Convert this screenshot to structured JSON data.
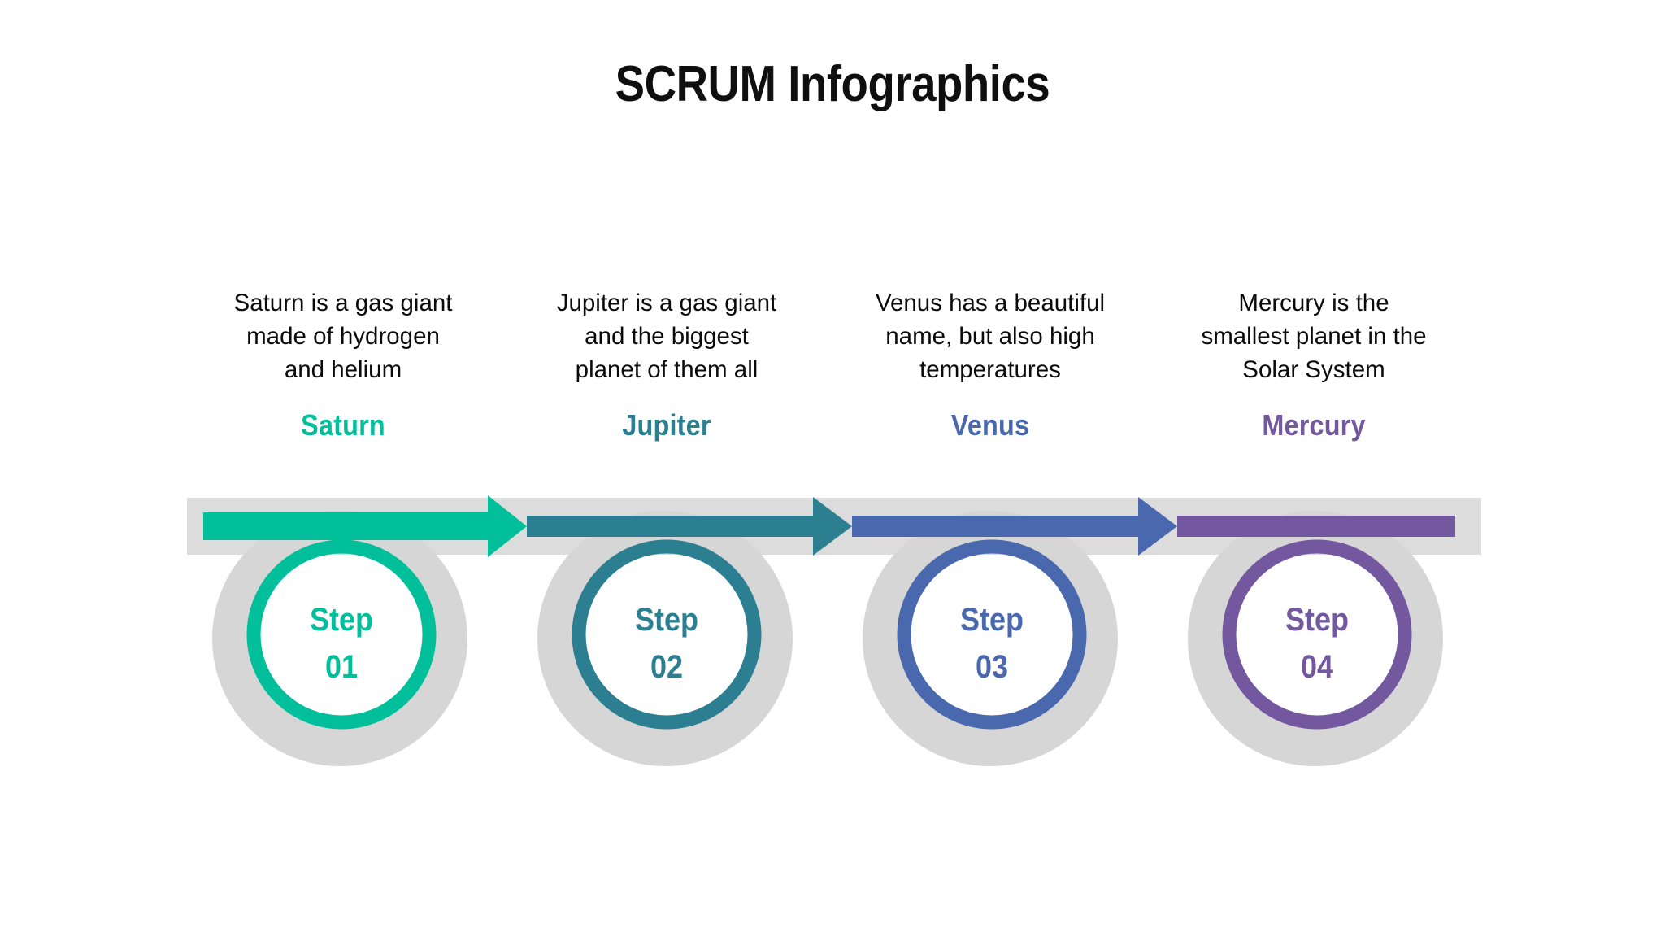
{
  "title": "SCRUM Infographics",
  "theme": {
    "background": "#ffffff",
    "track_gray": "#dcdcdc",
    "ring_gray": "#d6d6d6",
    "text_dark": "#0b0b0b"
  },
  "steps": [
    {
      "id": "step-01",
      "planet": "Saturn",
      "description": "Saturn is a gas giant\nmade of hydrogen\nand helium",
      "step_label": "Step",
      "step_number": "01",
      "color": "#00bf9a",
      "arrow": true
    },
    {
      "id": "step-02",
      "planet": "Jupiter",
      "description": "Jupiter is a gas giant\nand the biggest\nplanet of them all",
      "step_label": "Step",
      "step_number": "02",
      "color": "#2b7f90",
      "arrow": true
    },
    {
      "id": "step-03",
      "planet": "Venus",
      "description": "Venus has a beautiful\nname, but also high\ntemperatures",
      "step_label": "Step",
      "step_number": "03",
      "color": "#4a68ad",
      "arrow": true
    },
    {
      "id": "step-04",
      "planet": "Mercury",
      "description": "Mercury is the\nsmallest planet in the\nSolar System",
      "step_label": "Step",
      "step_number": "04",
      "color": "#73589f",
      "arrow": false
    }
  ]
}
